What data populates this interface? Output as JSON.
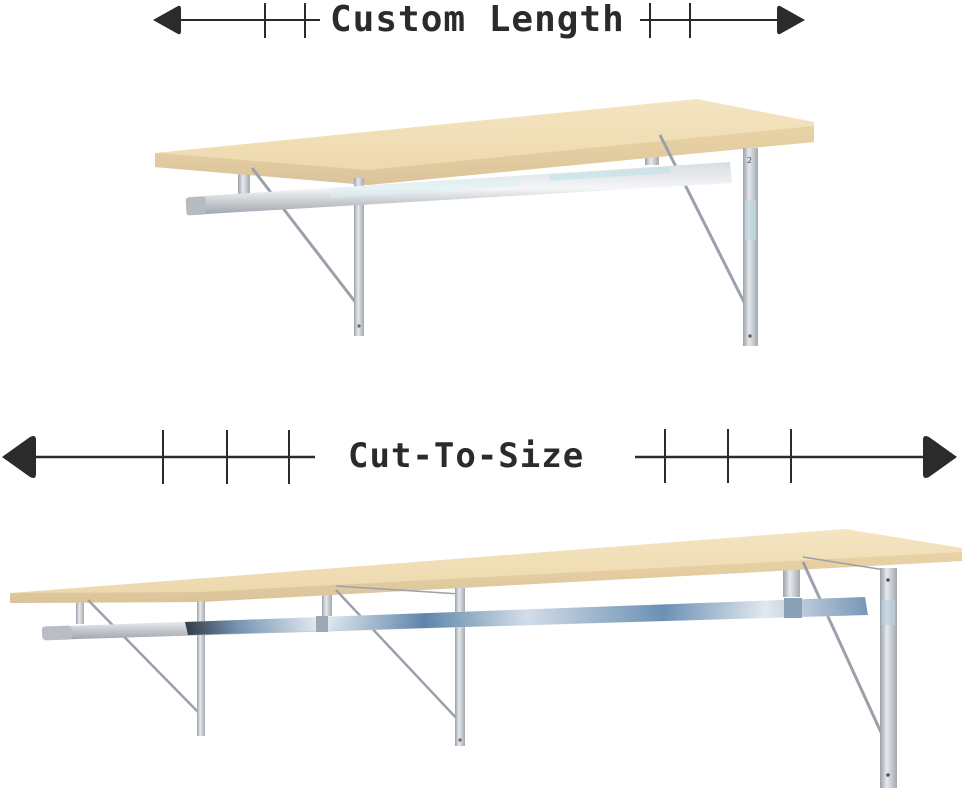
{
  "top_section": {
    "heading": "Custom Length",
    "arrow": {
      "direction": "double-ended",
      "color": "#2b2b2b",
      "ticks_left": 2,
      "ticks_right": 2
    },
    "product": {
      "type": "shelf-with-hanging-rod",
      "brackets": 2,
      "shelf_color": "#efdcb4",
      "metal_color": "#c8ccd2"
    }
  },
  "bottom_section": {
    "heading": "Cut-To-Size",
    "arrow": {
      "direction": "double-ended",
      "color": "#2b2b2b",
      "ticks_left": 3,
      "ticks_right": 3
    },
    "product": {
      "type": "shelf-with-hanging-rod",
      "brackets": 3,
      "shelf_color": "#efdcb4",
      "metal_color": "#c8ccd2"
    }
  },
  "colors": {
    "background": "#ffffff",
    "ink": "#2b2b2b",
    "wood_top": "#f1dfb8",
    "wood_edge": "#e6cfa0",
    "wood_under": "#d9c6a2",
    "metal_light": "#e3e6ea",
    "metal_mid": "#b9bec6",
    "metal_dark": "#7f8690",
    "chrome_blue": "#3f6f9a"
  }
}
